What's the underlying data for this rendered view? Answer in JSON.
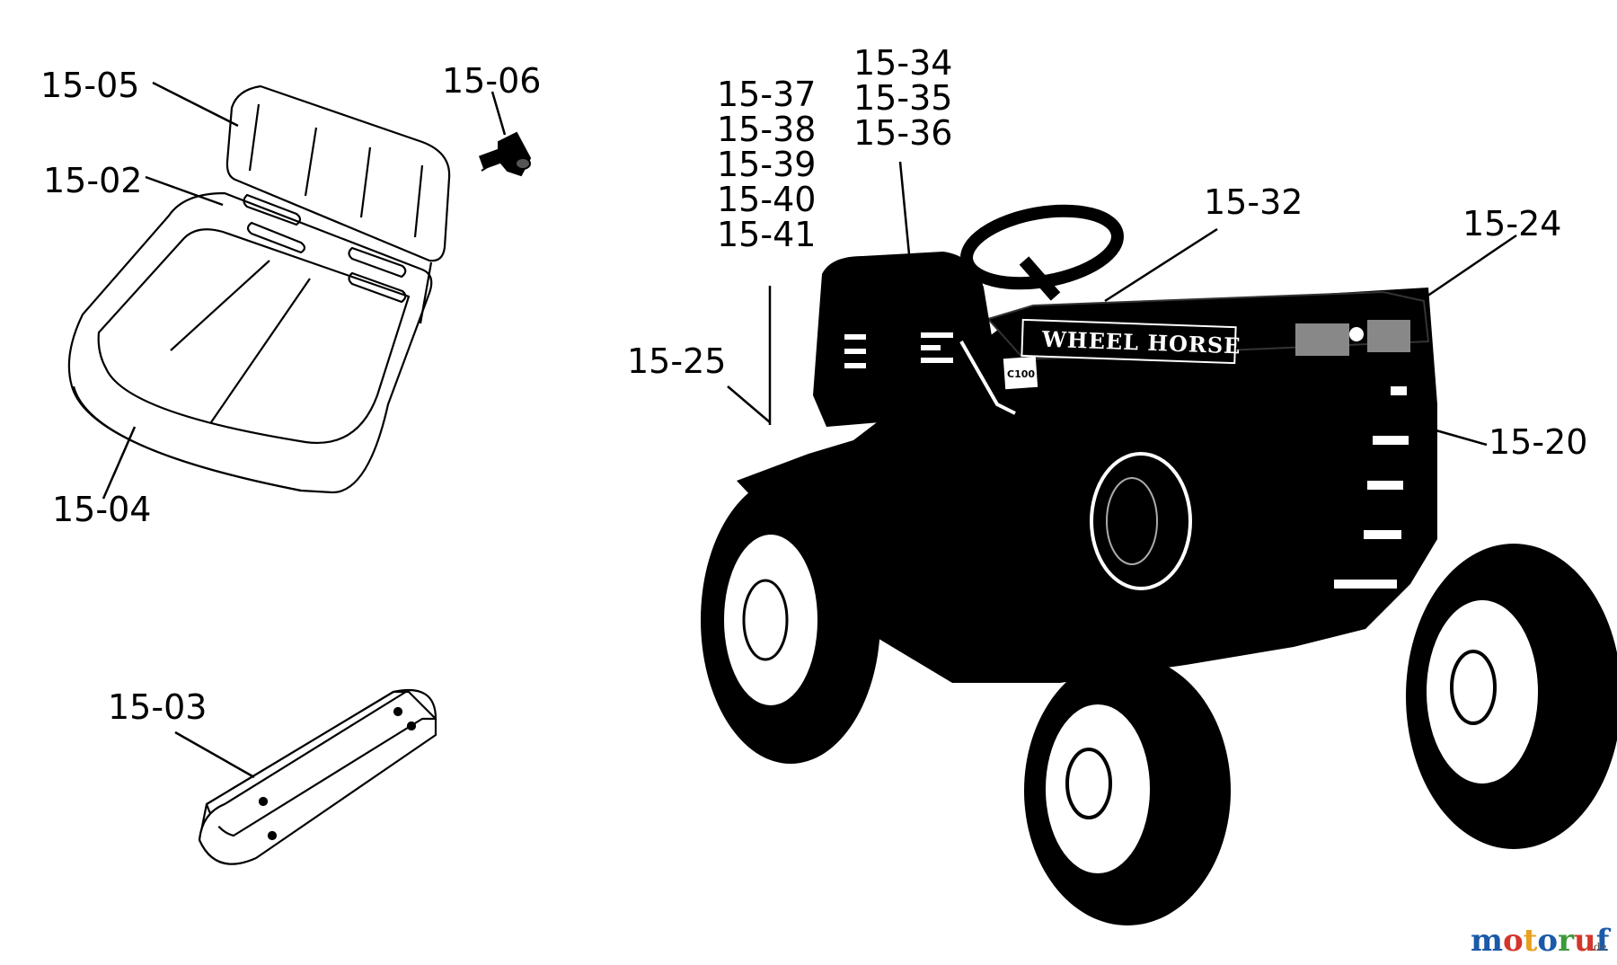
{
  "diagram": {
    "brand_text": "WHEEL HORSE",
    "model_badge": "C100",
    "parts": [
      {
        "id": "15-05",
        "label": "15-05"
      },
      {
        "id": "15-02",
        "label": "15-02"
      },
      {
        "id": "15-04",
        "label": "15-04"
      },
      {
        "id": "15-06",
        "label": "15-06"
      },
      {
        "id": "15-03",
        "label": "15-03"
      },
      {
        "id": "15-37",
        "label": "15-37"
      },
      {
        "id": "15-38",
        "label": "15-38"
      },
      {
        "id": "15-39",
        "label": "15-39"
      },
      {
        "id": "15-40",
        "label": "15-40"
      },
      {
        "id": "15-41",
        "label": "15-41"
      },
      {
        "id": "15-34",
        "label": "15-34"
      },
      {
        "id": "15-35",
        "label": "15-35"
      },
      {
        "id": "15-36",
        "label": "15-36"
      },
      {
        "id": "15-32",
        "label": "15-32"
      },
      {
        "id": "15-24",
        "label": "15-24"
      },
      {
        "id": "15-25",
        "label": "15-25"
      },
      {
        "id": "15-20",
        "label": "15-20"
      }
    ]
  },
  "watermark": {
    "text": "motoruf",
    "suffix": ".de",
    "colors": [
      "#1a5aa8",
      "#d4362b",
      "#e8a020",
      "#1a5aa8",
      "#3c9a3c",
      "#d4362b",
      "#1a5aa8"
    ]
  }
}
